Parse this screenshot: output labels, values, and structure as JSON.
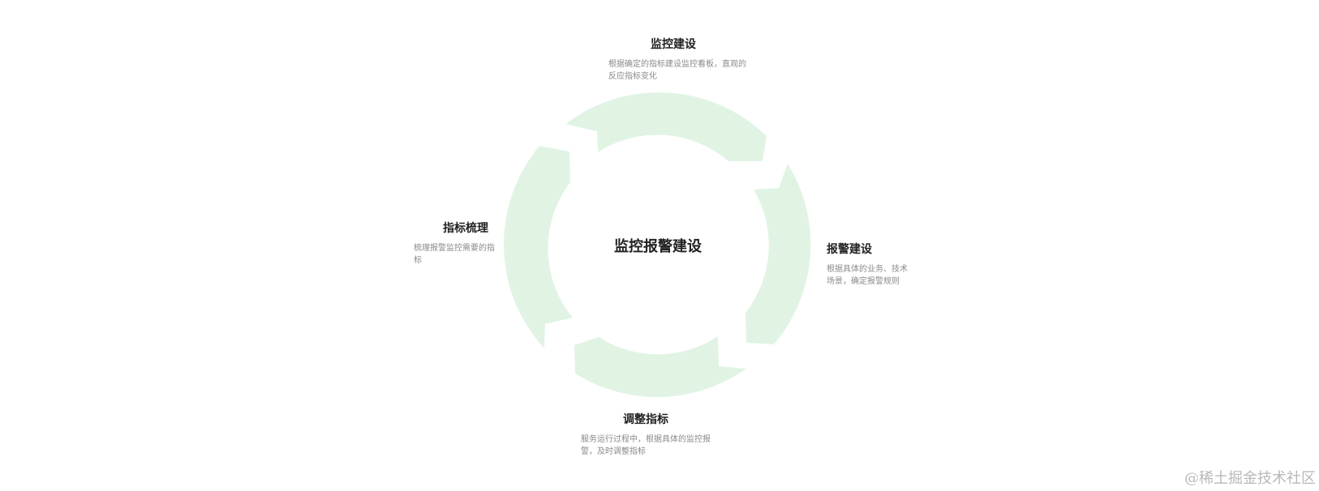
{
  "center": {
    "label": "监控报警建设"
  },
  "stages": {
    "top": {
      "title": "监控建设",
      "desc": "根据确定的指标建设监控看板，直观的反应指标变化"
    },
    "right": {
      "title": "报警建设",
      "desc": "根据具体的业务、技术场景，确定报警规则"
    },
    "bottom": {
      "title": "调整指标",
      "desc": "服务运行过程中，根据具体的监控报警，及时调整指标"
    },
    "left": {
      "title": "指标梳理",
      "desc": "梳理报警监控需要的指标"
    }
  },
  "colors": {
    "ring": "#e1f4e4",
    "title": "#222222",
    "desc": "#8a8a8a"
  },
  "watermark": "@稀土掘金技术社区"
}
